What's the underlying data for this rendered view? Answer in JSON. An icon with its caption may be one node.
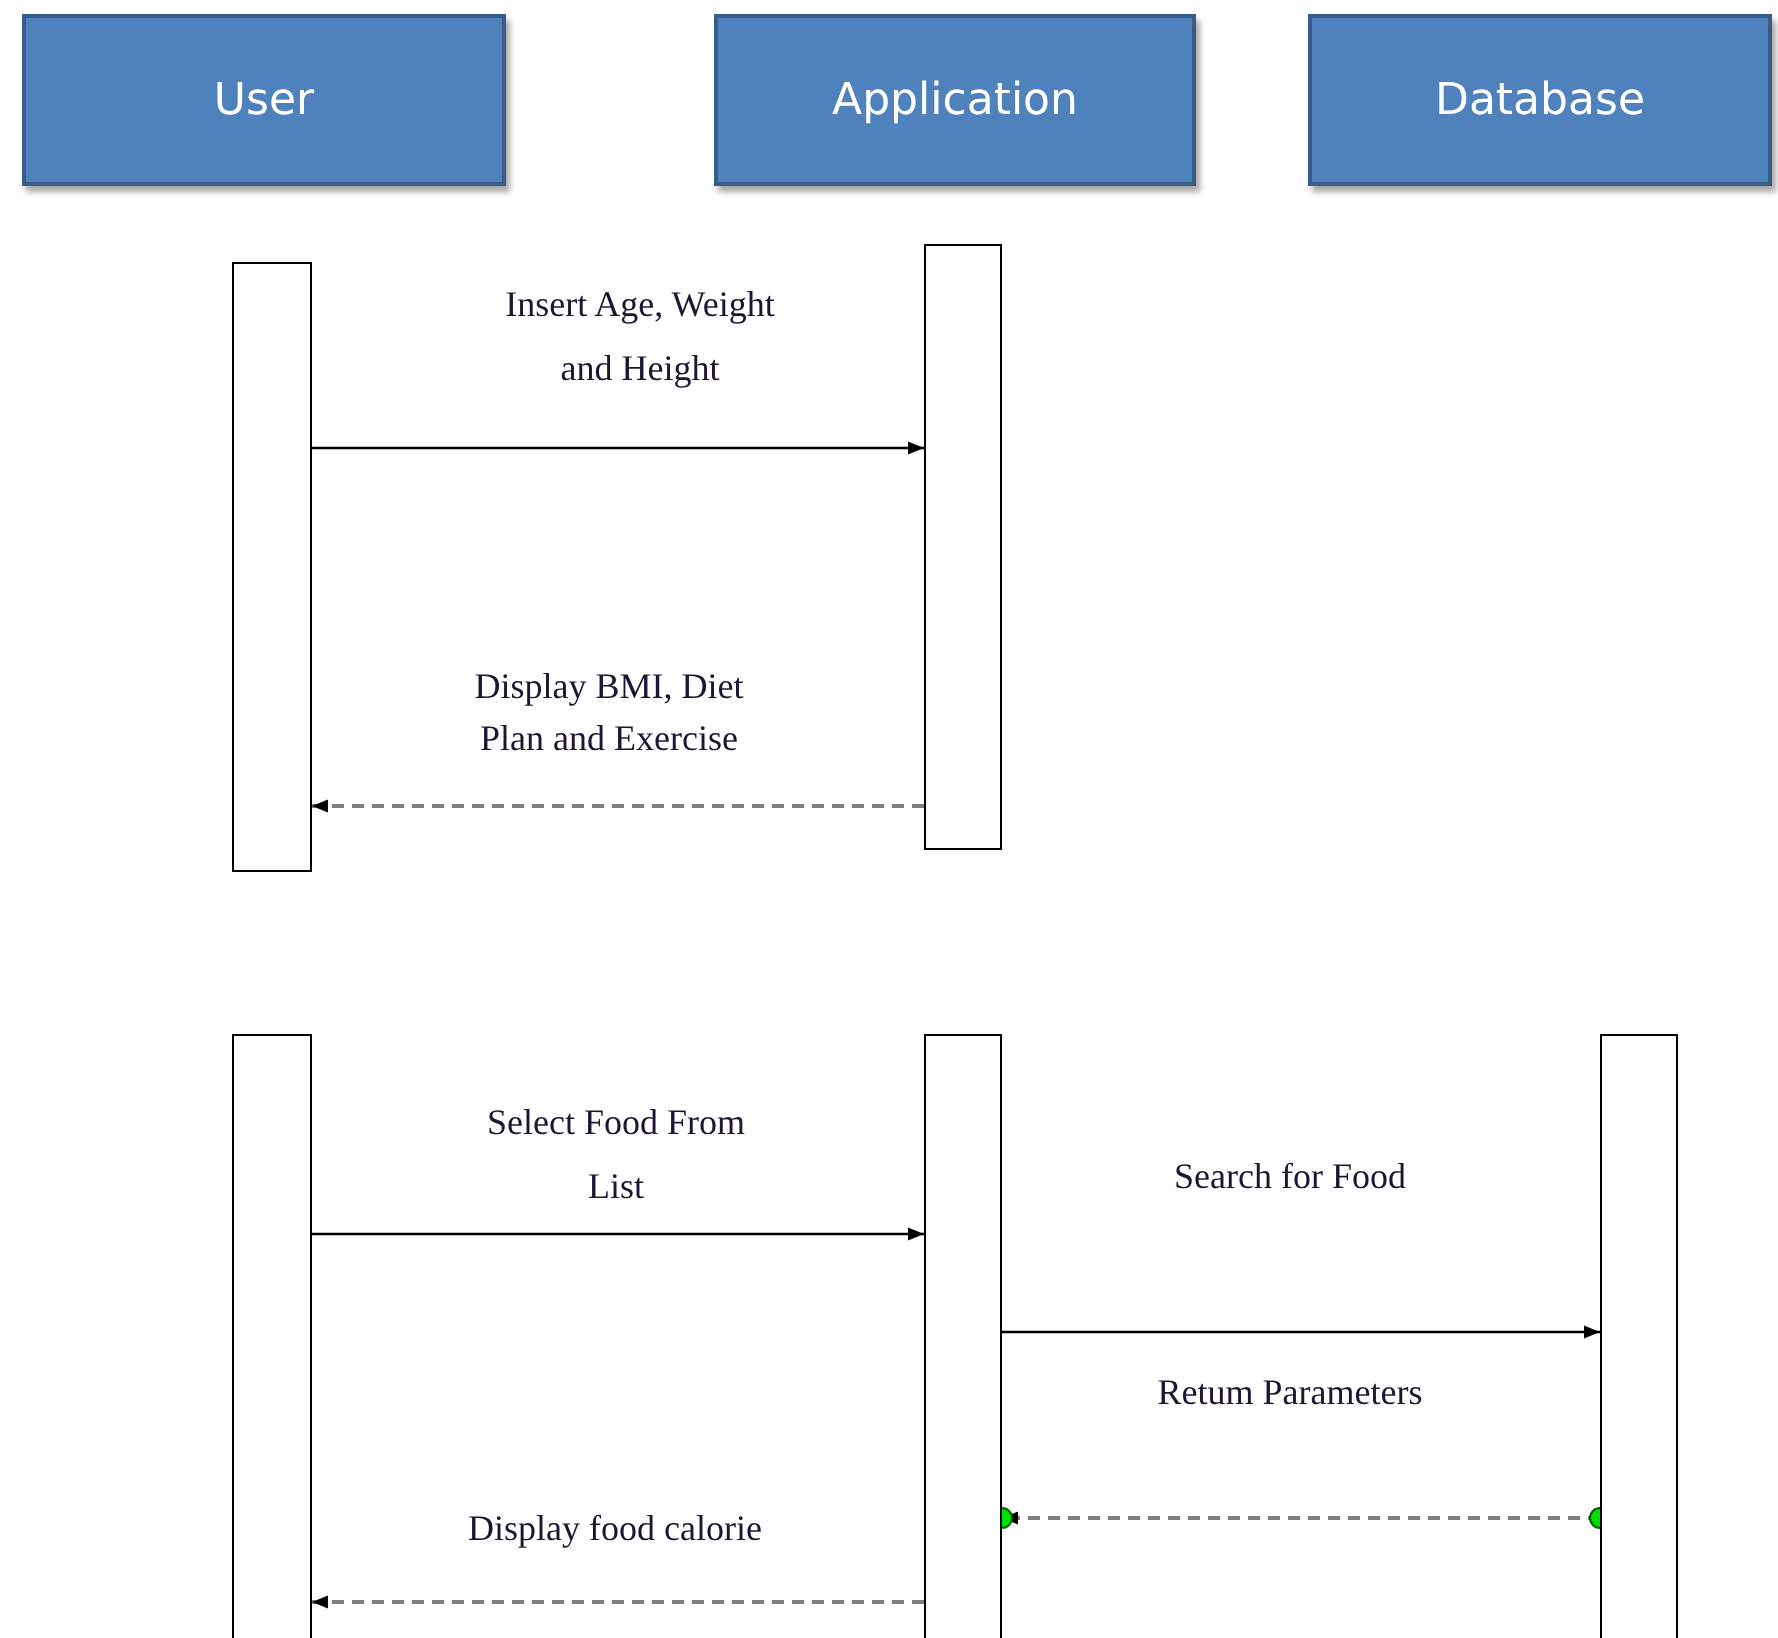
{
  "diagram": {
    "nodes": [
      {
        "text": [
          "User"
        ]
      },
      {
        "text": [
          "Application"
        ]
      },
      {
        "text": [
          "Database"
        ]
      },
      {
        "text": [],
        "shape": "bar"
      },
      {
        "text": [],
        "shape": "bar"
      },
      {
        "text": [],
        "shape": "bar"
      },
      {
        "text": [],
        "shape": "bar"
      },
      {
        "text": [],
        "shape": "bar"
      }
    ],
    "edges": [
      {
        "from": 3,
        "to": 4,
        "arrow": "to",
        "label": "Insert Age, Weight and Height"
      },
      {
        "from": 4,
        "to": 3,
        "arrow": "to",
        "style": "dashed",
        "color": "#808080",
        "label": "Display BMI, Diet Plan and Exercise"
      },
      {
        "from": 5,
        "to": 6,
        "arrow": "to",
        "label": "Select Food From List"
      },
      {
        "from": 6,
        "to": 7,
        "arrow": "to",
        "label": "Search for Food"
      },
      {
        "from": 7,
        "to": 6,
        "arrow": "to",
        "style": "dashed",
        "color": "#808080",
        "label": "Retum Parameters"
      },
      {
        "from": 6,
        "to": 5,
        "arrow": "to",
        "style": "dashed",
        "color": "#808080",
        "label": "Display food calorie"
      }
    ]
  }
}
